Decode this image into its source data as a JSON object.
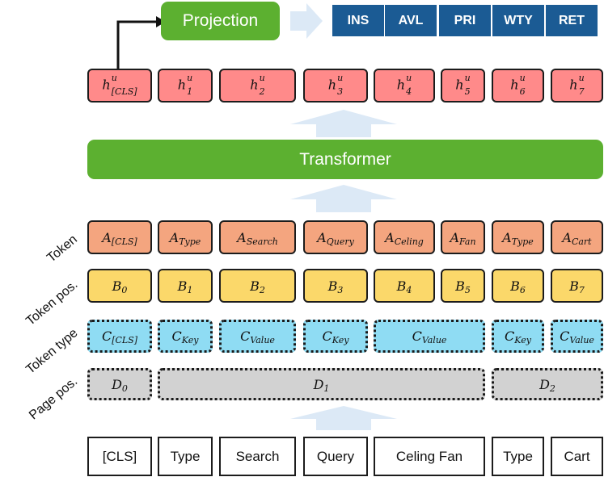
{
  "colors": {
    "hidden": "#ff8a8a",
    "token": "#f4a57f",
    "token_pos": "#fbd86a",
    "token_type": "#8fdcf3",
    "page_pos": "#d2d2d2",
    "green": "#5cb030",
    "attr": "#1b5b94",
    "arrow": "#dce9f6"
  },
  "projection_label": "Projection",
  "transformer_label": "Transformer",
  "attributes": [
    "INS",
    "AVL",
    "PRI",
    "WTY",
    "RET"
  ],
  "row_labels": {
    "token": "Token",
    "token_pos": "Token pos.",
    "token_type": "Token type",
    "page_pos": "Page pos."
  },
  "hidden": {
    "symbol": "h",
    "sup": "u",
    "subs": [
      "[CLS]",
      "1",
      "2",
      "3",
      "4",
      "5",
      "6",
      "7"
    ]
  },
  "tokens": {
    "symbol": "A",
    "subs": [
      "[CLS]",
      "Type",
      "Search",
      "Query",
      "Celing",
      "Fan",
      "Type",
      "Cart"
    ]
  },
  "token_pos": {
    "symbol": "B",
    "subs": [
      "0",
      "1",
      "2",
      "3",
      "4",
      "5",
      "6",
      "7"
    ]
  },
  "token_type": {
    "symbol": "C",
    "subs": [
      "[CLS]",
      "Key",
      "Value",
      "Key",
      "Value",
      "Key",
      "Value"
    ]
  },
  "page_pos": {
    "symbol": "D",
    "subs": [
      "0",
      "1",
      "2"
    ]
  },
  "inputs": [
    "[CLS]",
    "Type",
    "Search",
    "Query",
    "Celing Fan",
    "Type",
    "Cart"
  ]
}
